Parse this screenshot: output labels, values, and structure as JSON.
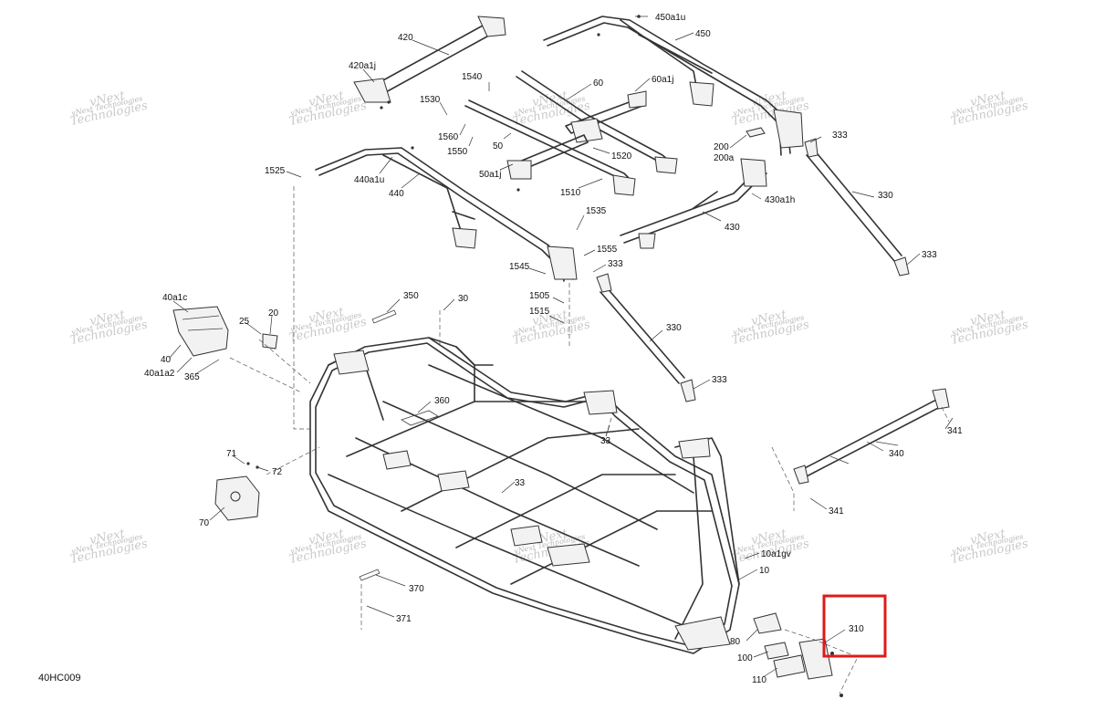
{
  "diagram_code": "40HC009",
  "watermark": {
    "top": "vNext",
    "bottom": "Technologies",
    "small": "vNext Technologies"
  },
  "parts": {
    "p420": "420",
    "p420a1j": "420a1j",
    "p450a1u": "450a1u",
    "p450": "450",
    "p1540": "1540",
    "p60a1j": "60a1j",
    "p60": "60",
    "p1530": "1530",
    "p1560": "1560",
    "p1550": "1550",
    "p50": "50",
    "p1520": "1520",
    "p50a1j": "50a1j",
    "p1510": "1510",
    "p333a": "333",
    "p200": "200",
    "p200a": "200a",
    "p1525": "1525",
    "p440a1u": "440a1u",
    "p440": "440",
    "p430a1h": "430a1h",
    "p330a": "330",
    "p430": "430",
    "p1535": "1535",
    "p1555": "1555",
    "p333b": "333",
    "p333c": "333",
    "p1545": "1545",
    "p350": "350",
    "p30": "30",
    "p1505": "1505",
    "p1515": "1515",
    "p40a1c": "40a1c",
    "p25": "25",
    "p20": "20",
    "p40": "40",
    "p40a1a2": "40a1a2",
    "p365": "365",
    "p330b": "330",
    "p333d": "333",
    "p360": "360",
    "p341a": "341",
    "p33a": "33",
    "p71": "71",
    "p72": "72",
    "p33b": "33",
    "p340": "340",
    "p70": "70",
    "p341b": "341",
    "p10a1gv": "10a1gv",
    "p10": "10",
    "p370": "370",
    "p371": "371",
    "p310": "310",
    "p80": "80",
    "p100": "100",
    "p110": "110"
  },
  "highlight_color": "#e11919"
}
